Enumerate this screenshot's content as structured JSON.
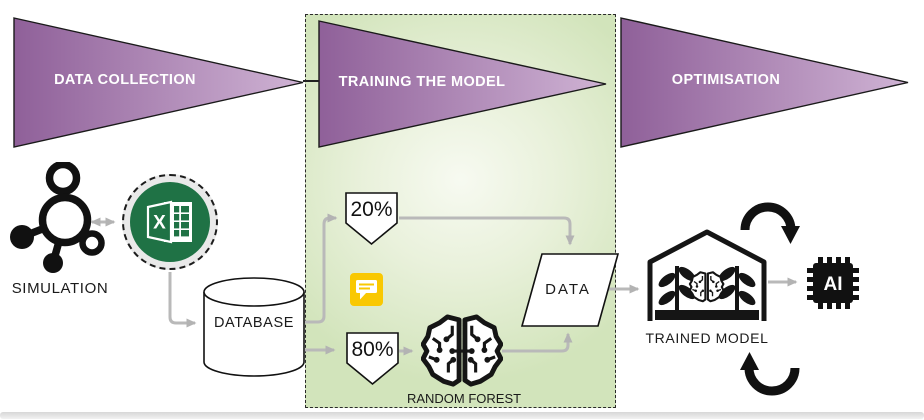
{
  "banners": [
    {
      "id": "data-collection",
      "label": "DATA COLLECTION"
    },
    {
      "id": "training-the-model",
      "label": "TRAINING THE MODEL"
    },
    {
      "id": "optimisation",
      "label": "OPTIMISATION"
    }
  ],
  "nodes": {
    "simulation_label": "SIMULATION",
    "database_label": "DATABASE",
    "test_split_label": "20%",
    "train_split_label": "80%",
    "random_forest_label": "RANDOM FOREST",
    "data_label": "DATA",
    "trained_model_label": "TRAINED MODEL",
    "ai_chip_label": "AI"
  },
  "icons": [
    "simulation-molecule-icon",
    "excel-icon",
    "database-cylinder-icon",
    "comment-icon",
    "random-forest-brain-icon",
    "data-parallelogram",
    "greenhouse-trained-model-icon",
    "loop-arrow-top-icon",
    "loop-arrow-bottom-icon",
    "ai-chip-icon"
  ],
  "colors": {
    "banner_purple_dark": "#8f6099",
    "banner_purple_light": "#cfb3d4",
    "training_box_green_edge": "#d2e4bb",
    "training_box_green_center": "#f7faf1",
    "excel_green": "#1f7245",
    "comment_yellow": "#f9c802",
    "connector_gray": "#b3b3b3",
    "icon_black": "#151515"
  }
}
